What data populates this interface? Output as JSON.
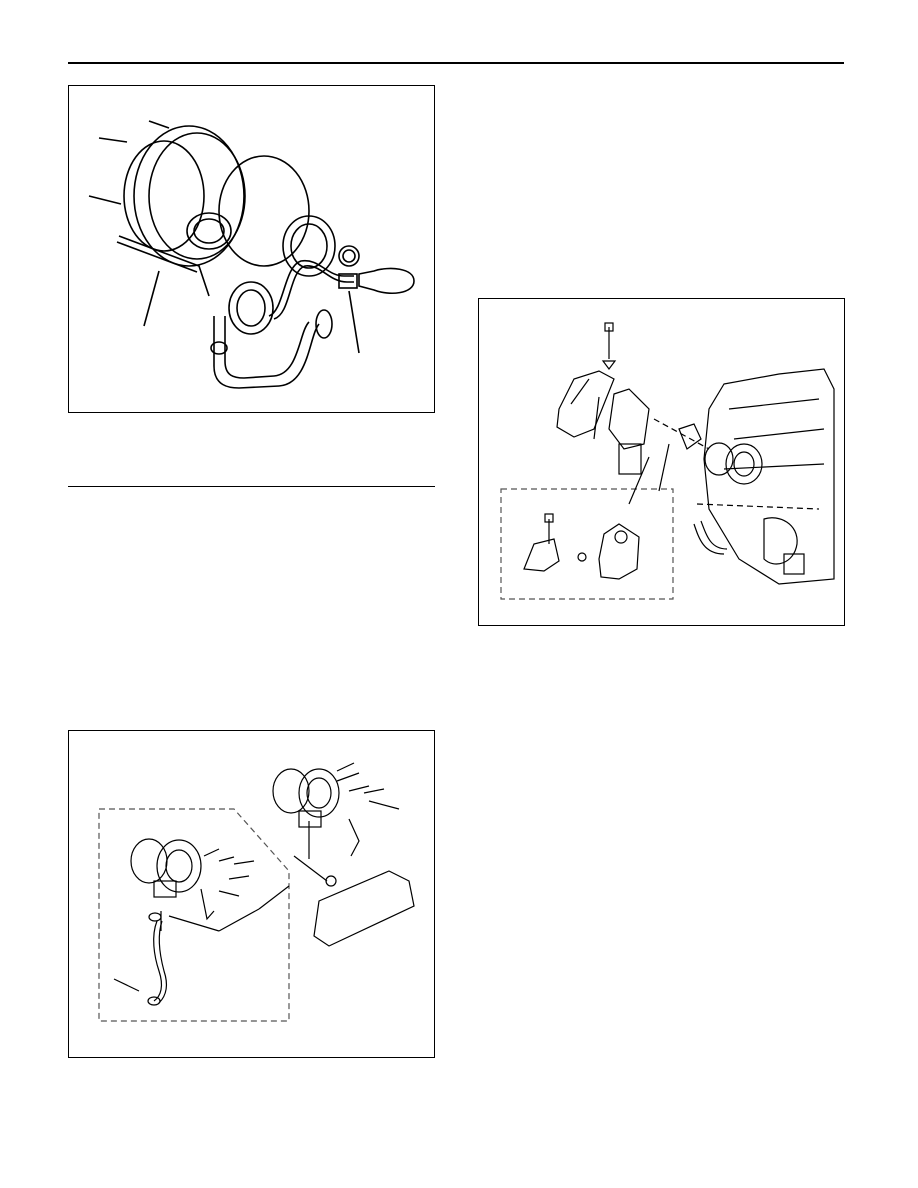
{
  "page": {
    "visible_text": []
  },
  "figures": [
    {
      "id": "fig-1",
      "icon": "turbocharger-wastegate-test-with-gauge-illustration"
    },
    {
      "id": "fig-2",
      "icon": "turbocharger-exploded-view-illustration"
    },
    {
      "id": "fig-3",
      "icon": "turbocharger-heat-shield-and-engine-illustration"
    }
  ],
  "colors": {
    "ink": "#000000",
    "paper": "#ffffff",
    "dashed_outline": "#555555"
  }
}
